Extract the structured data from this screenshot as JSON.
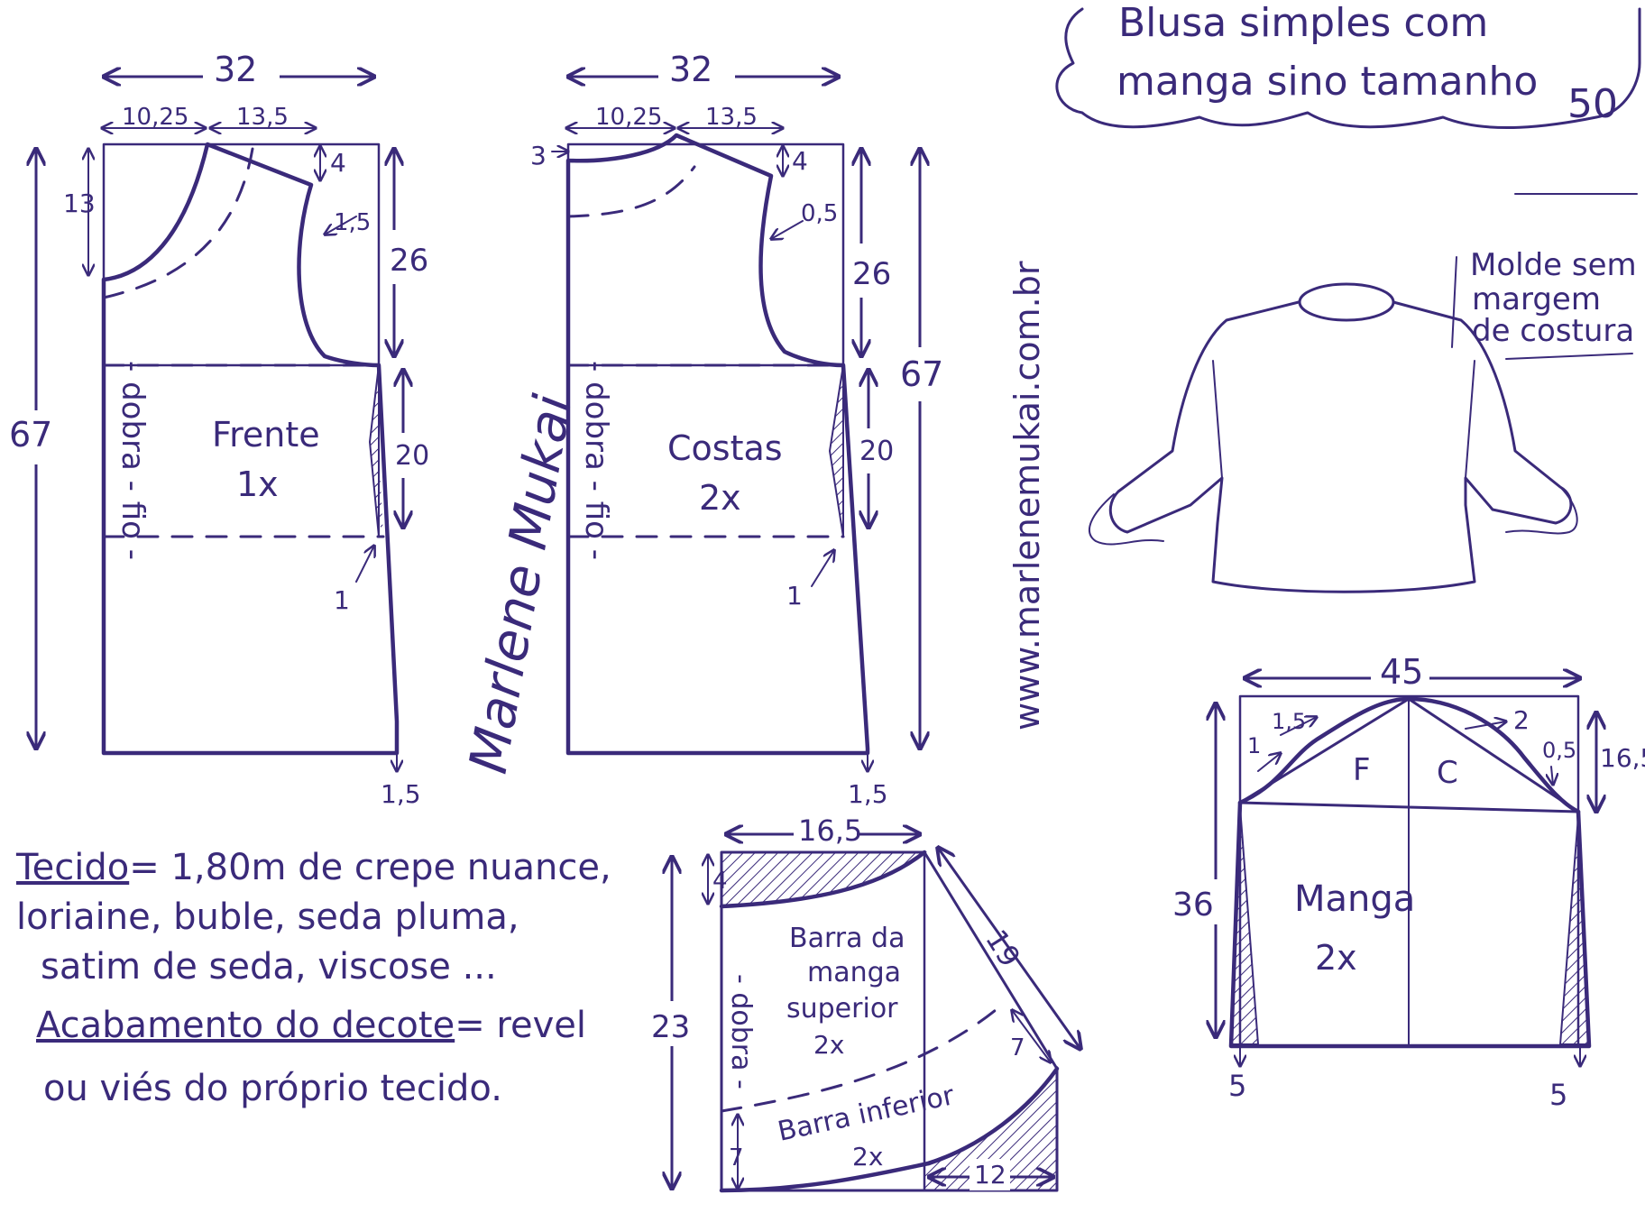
{
  "title": {
    "line1": "Blusa simples com",
    "line2": "manga sino tamanho",
    "size": "50"
  },
  "note": {
    "line1": "Molde sem",
    "line2": "margem",
    "line3": "de costura"
  },
  "website": "www.marlenemukai.com.br",
  "signature": "Marlene Mukai",
  "front": {
    "name": "Frente",
    "qty": "1x",
    "fold": "- dobra - fio -",
    "width": "32",
    "neck_width": "10,25",
    "shoulder_width": "13,5",
    "neck_depth": "13",
    "shoulder_drop": "4",
    "armhole_curve": "1,5",
    "armhole_depth": "26",
    "length": "67",
    "waist_zone": "20",
    "waist_in": "1",
    "hem_out": "1,5"
  },
  "back": {
    "name": "Costas",
    "qty": "2x",
    "fold": "- dobra - fio -",
    "width": "32",
    "neck_width": "10,25",
    "shoulder_width": "13,5",
    "neck_depth": "3",
    "shoulder_drop": "4",
    "armhole_curve": "0,5",
    "armhole_depth": "26",
    "length": "67",
    "waist_zone": "20",
    "waist_in": "1",
    "hem_out": "1,5"
  },
  "sleeve": {
    "name": "Manga",
    "qty": "2x",
    "width": "45",
    "front_letter": "F",
    "back_letter": "C",
    "cap_front_a": "1,5",
    "cap_front_b": "1",
    "cap_back_a": "2",
    "cap_back_b": "0,5",
    "cap_height": "16,5",
    "length": "36",
    "taper_left": "5",
    "taper_right": "5"
  },
  "ruffle": {
    "upper_line1": "Barra da",
    "upper_line2": "manga",
    "upper_line3": "superior",
    "upper_qty": "2x",
    "lower_name": "Barra inferior",
    "lower_qty": "2x",
    "fold": "- dobra -",
    "width": "16,5",
    "top_offset": "4",
    "diagonal": "19",
    "height": "23",
    "step": "7",
    "lower_height": "7",
    "bottom_offset": "12"
  },
  "fabric": {
    "label": "Tecido",
    "line1": "= 1,80m de crepe nuance,",
    "line2": "loriaine, buble, seda pluma,",
    "line3": "satim de seda, viscose ...",
    "finish_label": "Acabamento do decote",
    "finish_line1": "= revel",
    "finish_line2": "ou viés do próprio tecido."
  },
  "colors": {
    "ink": "#3a2a7a",
    "paper": "#ffffff"
  }
}
